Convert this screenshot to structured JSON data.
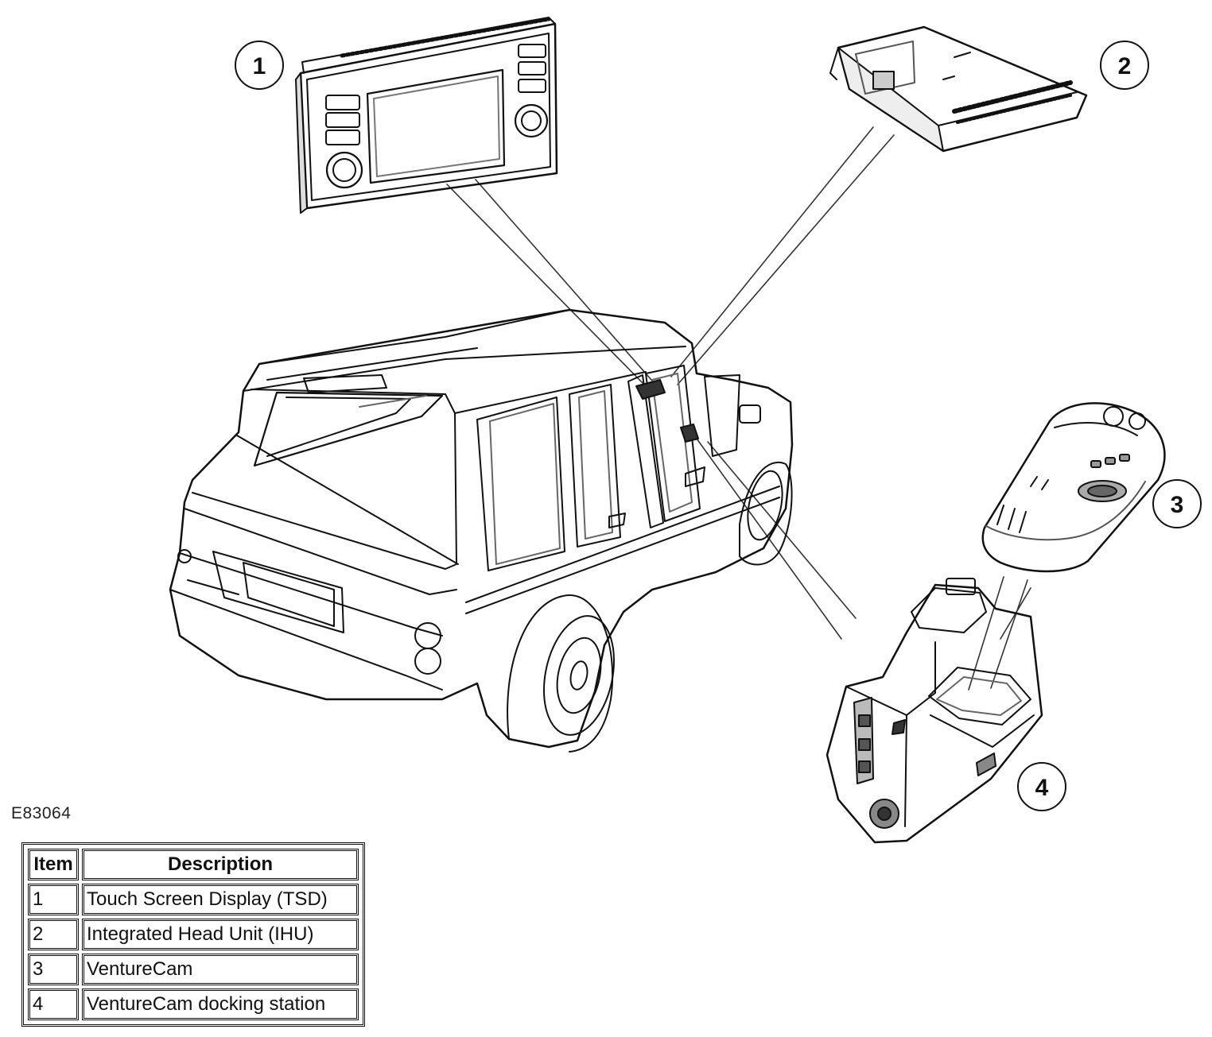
{
  "figure_code": "E83064",
  "callouts": [
    {
      "number": "1",
      "component": "touch-screen-display"
    },
    {
      "number": "2",
      "component": "integrated-head-unit"
    },
    {
      "number": "3",
      "component": "venturecam"
    },
    {
      "number": "4",
      "component": "venturecam-docking-station"
    }
  ],
  "legend": {
    "headers": {
      "item": "Item",
      "description": "Description"
    },
    "rows": [
      {
        "item": "1",
        "description": "Touch Screen Display (TSD)"
      },
      {
        "item": "2",
        "description": "Integrated Head Unit (IHU)"
      },
      {
        "item": "3",
        "description": "VentureCam"
      },
      {
        "item": "4",
        "description": "VentureCam docking station"
      }
    ]
  },
  "colors": {
    "line": "#111111",
    "background": "#ffffff",
    "shade": "#9a9a9a"
  }
}
